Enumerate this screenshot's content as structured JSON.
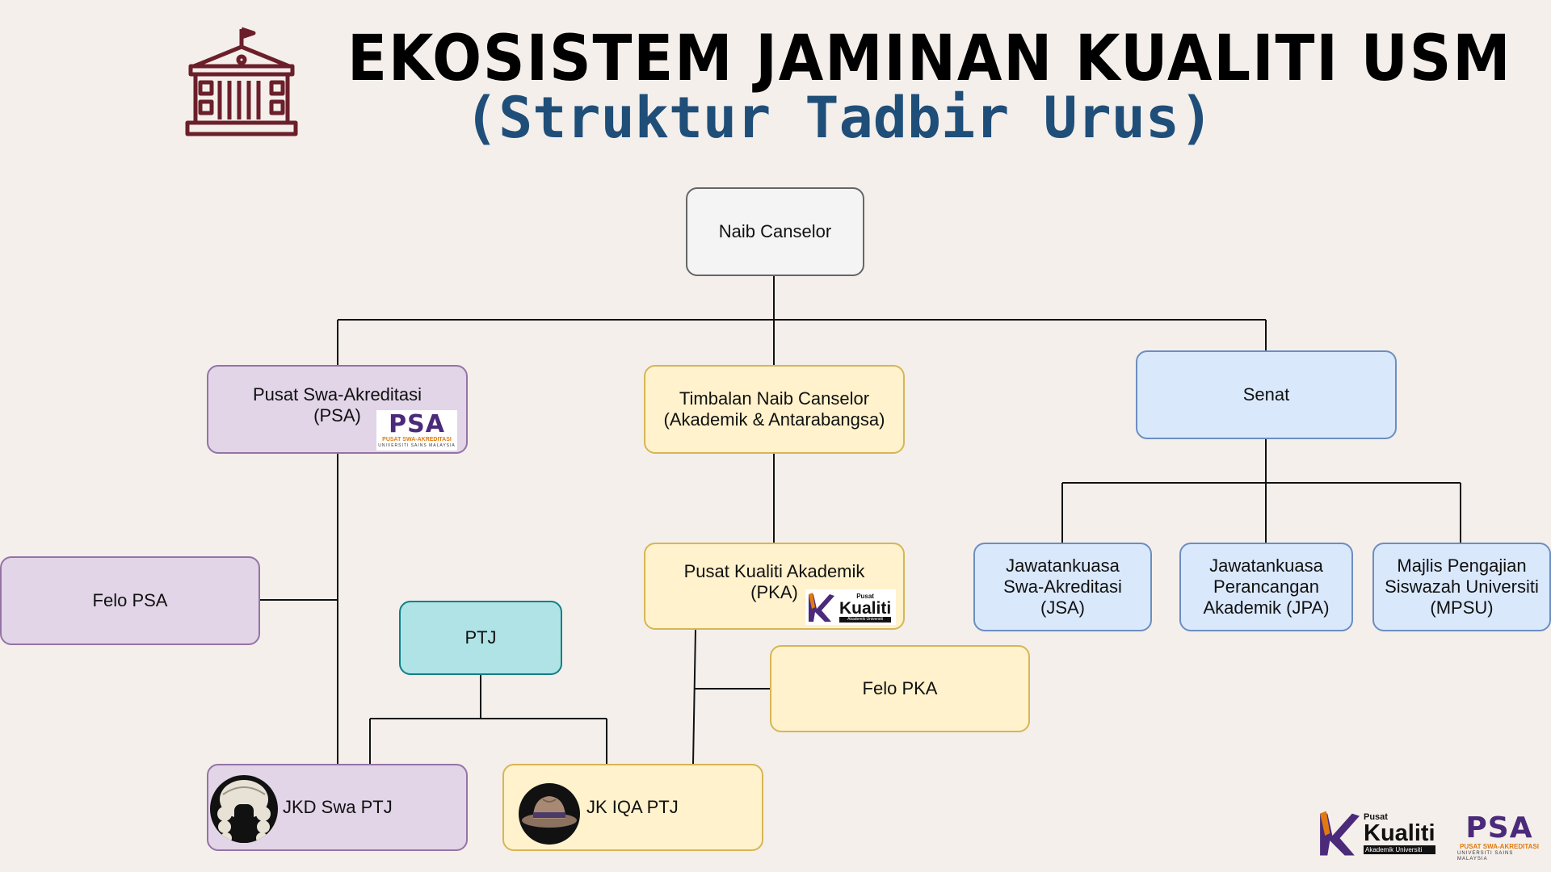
{
  "title": {
    "main": "EKOSISTEM JAMINAN KUALITI USM",
    "sub": "(Struktur Tadbir Urus)"
  },
  "nodes": {
    "naib_canselor": "Naib Canselor",
    "psa": "Pusat Swa-Akreditasi\n(PSA)",
    "tnc": "Timbalan Naib Canselor\n(Akademik & Antarabangsa)",
    "senat": "Senat",
    "felo_psa": "Felo PSA",
    "pka": "Pusat Kualiti Akademik\n(PKA)",
    "jsa": "Jawatankuasa\nSwa-Akreditasi\n(JSA)",
    "jpa": "Jawatankuasa\nPerancangan\nAkademik (JPA)",
    "mpsu": "Majlis Pengajian\nSiswazah Universiti\n(MPSU)",
    "ptj": "PTJ",
    "felo_pka": "Felo PKA",
    "jkd": "JKD Swa PTJ",
    "jk_iqa": "JK IQA PTJ"
  },
  "logos": {
    "psa": {
      "big": "PSA",
      "small": "PUSAT SWA-AKREDITASI",
      "tiny": "UNIVERSITI SAINS MALAYSIA"
    },
    "kualiti": {
      "pusat": "Pusat",
      "big": "Kualiti",
      "bar": "Akademik Universiti"
    }
  },
  "colors": {
    "title_sub": "#1f4e79",
    "building_icon": "#6b1f2a",
    "psa_logo": "#4b2a7a",
    "kualiti_accent": "#e07a10"
  }
}
